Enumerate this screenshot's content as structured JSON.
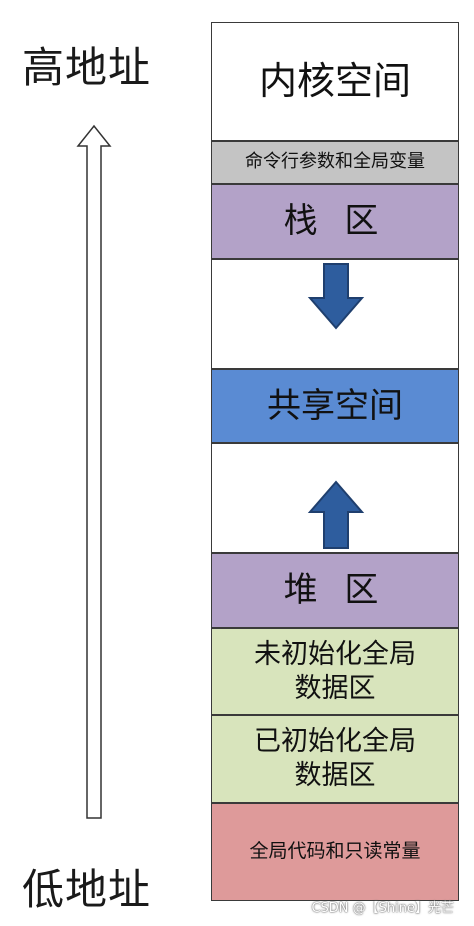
{
  "labels": {
    "high_address": "高地址",
    "low_address": "低地址"
  },
  "segments": [
    {
      "id": "kernel",
      "label": "内核空间",
      "color": "#ffffff"
    },
    {
      "id": "cmdline",
      "label": "命令行参数和全局变量",
      "color": "#c4c4c4"
    },
    {
      "id": "stack",
      "label": "栈 区",
      "color": "#b3a2c8"
    },
    {
      "id": "gap1",
      "label": "",
      "color": "#ffffff"
    },
    {
      "id": "shared",
      "label": "共享空间",
      "color": "#5a8bd3"
    },
    {
      "id": "gap2",
      "label": "",
      "color": "#ffffff"
    },
    {
      "id": "heap",
      "label": "堆 区",
      "color": "#b3a2c8"
    },
    {
      "id": "bss",
      "label": "未初始化全局\n数据区",
      "color": "#d8e4bc"
    },
    {
      "id": "data",
      "label": "已初始化全局\n数据区",
      "color": "#d8e4bc"
    },
    {
      "id": "text",
      "label": "全局代码和只读常量",
      "color": "#de9a9a"
    }
  ],
  "arrows": {
    "address_direction": "up",
    "stack_growth": "down",
    "heap_growth": "up",
    "arrow_fill": "#2e5d9e"
  },
  "watermark": "CSDN @【Shine】光芒"
}
